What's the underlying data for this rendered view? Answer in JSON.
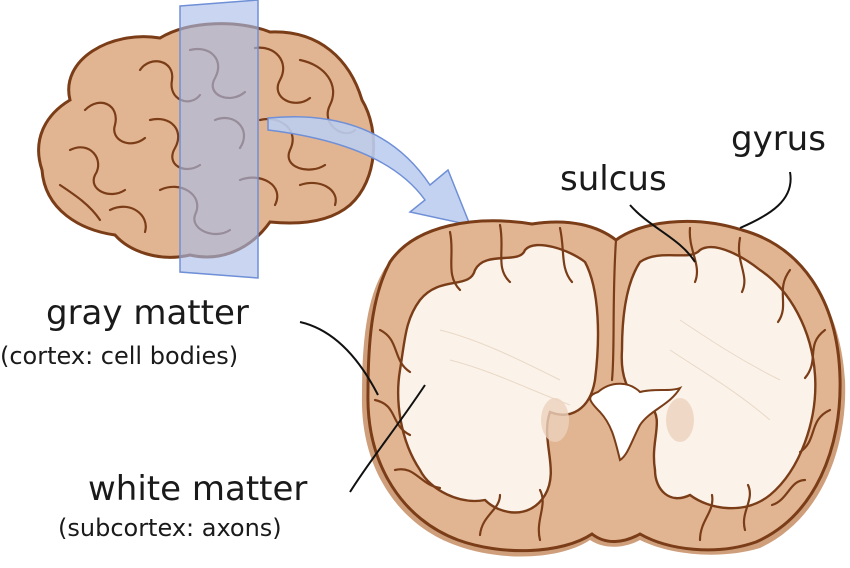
{
  "labels": {
    "gyrus": "gyrus",
    "sulcus": "sulcus",
    "gray_matter": "gray matter",
    "gray_matter_detail": "(cortex: cell bodies)",
    "white_matter": "white matter",
    "white_matter_detail": "(subcortex: axons)"
  },
  "colors": {
    "cortex": "#e2b592",
    "cortex_shadow": "#cf9f7c",
    "outline": "#7a3d18",
    "white_matter": "#fbf3ea",
    "plane": "#a9bde8",
    "plane_edge": "#6f8fd6",
    "arrow": "#bccdf0",
    "leader": "#111111"
  }
}
